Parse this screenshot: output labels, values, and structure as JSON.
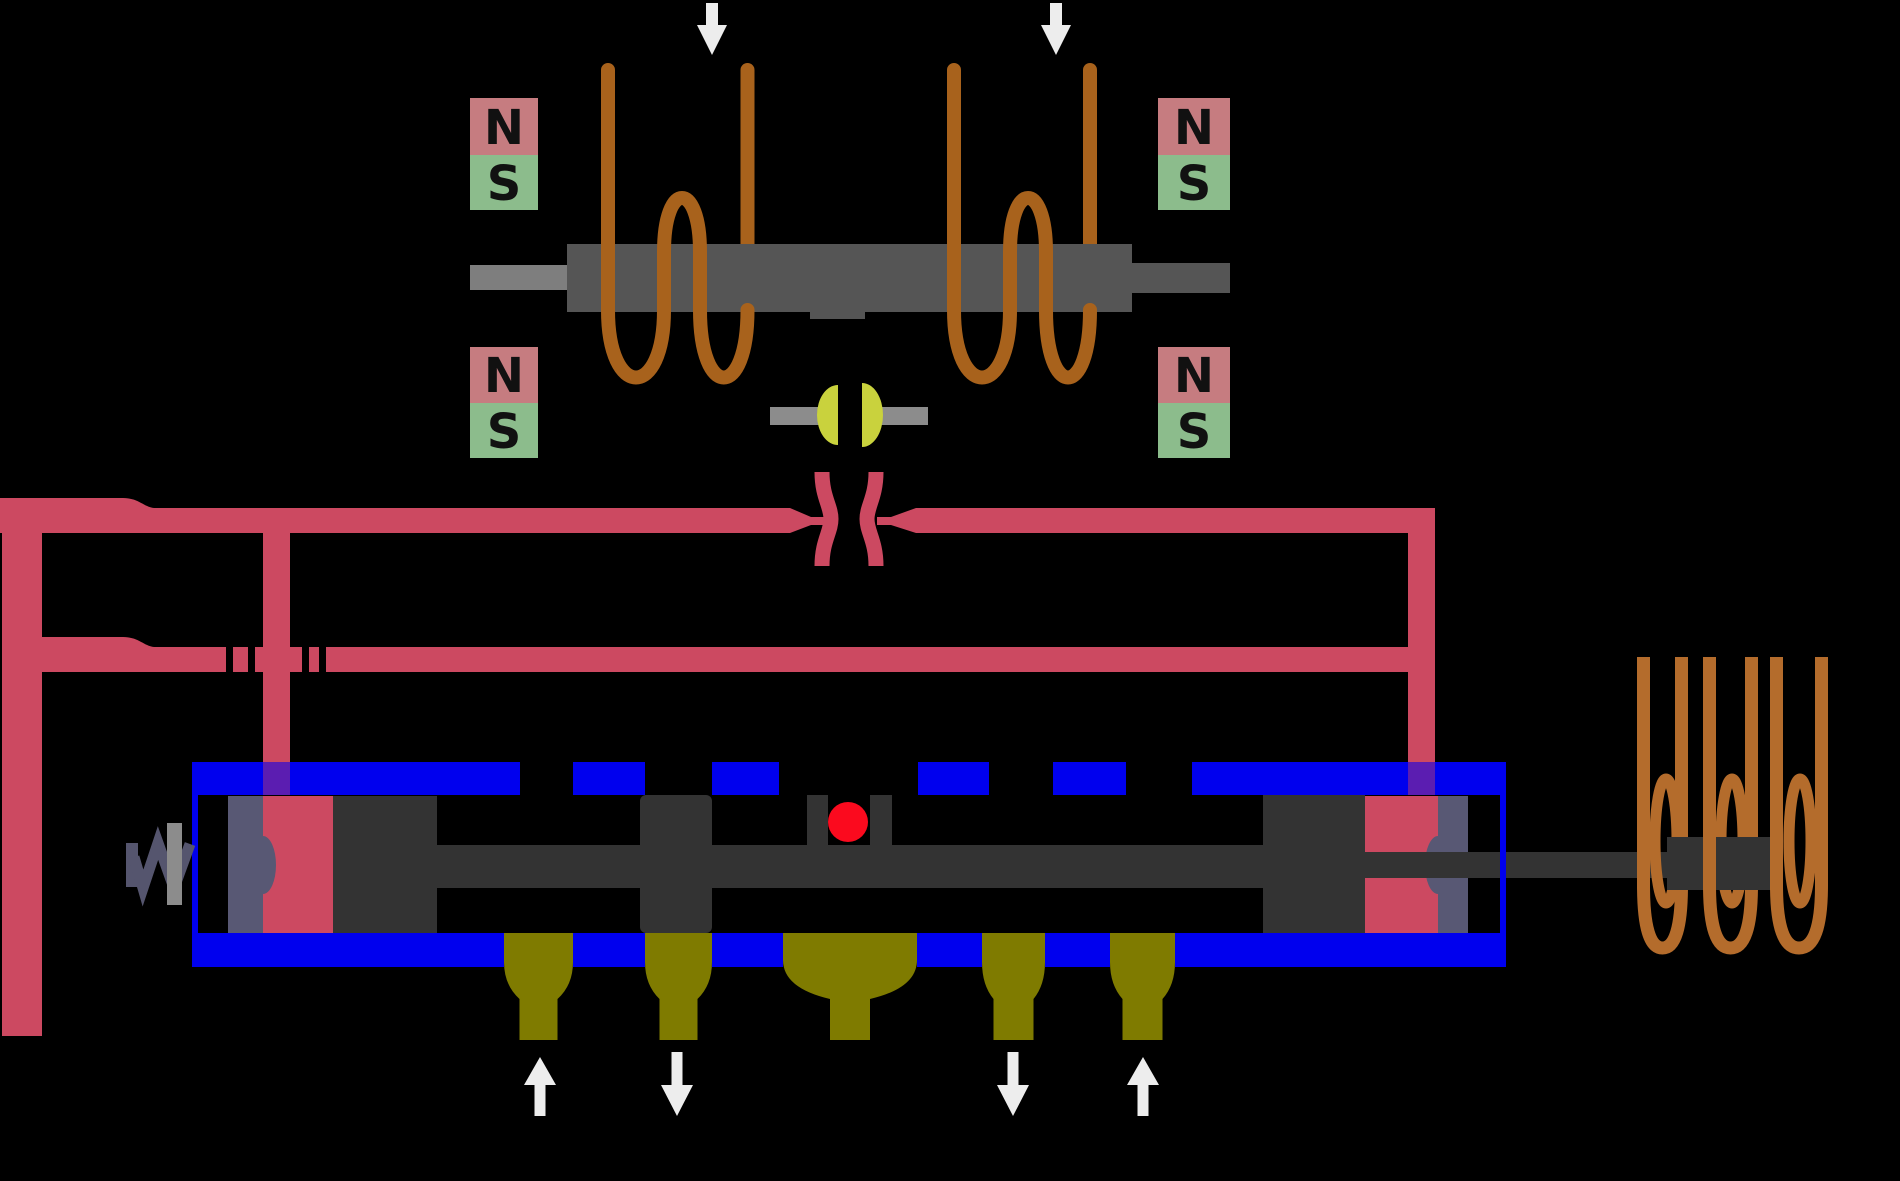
{
  "diagram_type": "free-piston-engine-schematic",
  "palette": {
    "background": "#000000",
    "pipe_pink": "#cc4961",
    "wall_blue": "#0000ee",
    "overlap_purple": "#5b1db1",
    "piston_dark": "#333333",
    "shaft_gray": "#555555",
    "stub_gray": "#7e7e7e",
    "rod_gray": "#8c8c8c",
    "slate": "#585874",
    "spring_slate": "#55556e",
    "magnet_n_pink": "#c67c80",
    "magnet_s_green": "#8cbc8c",
    "magnet_label": "#111111",
    "coil_copper": "#a8621c",
    "coil_copper_light": "#b46c2c",
    "valve_olive": "#7f7b00",
    "ball_yellow": "#c9d23d",
    "spark_red": "#fb0a1e",
    "arrow_white": "#ededed"
  },
  "magnets": [
    {
      "position": "upper-left",
      "labels": [
        "N",
        "S"
      ]
    },
    {
      "position": "lower-left",
      "labels": [
        "N",
        "S"
      ]
    },
    {
      "position": "upper-right",
      "labels": [
        "N",
        "S"
      ]
    },
    {
      "position": "lower-right",
      "labels": [
        "N",
        "S"
      ]
    }
  ],
  "arrows": {
    "top": [
      "down",
      "down"
    ],
    "bottom": [
      "up",
      "down",
      "down",
      "up"
    ]
  },
  "components": {
    "alternator_coils": 2,
    "magnet_pairs": 4,
    "intake_exhaust_valves": 5,
    "solenoid_loops": 3
  }
}
